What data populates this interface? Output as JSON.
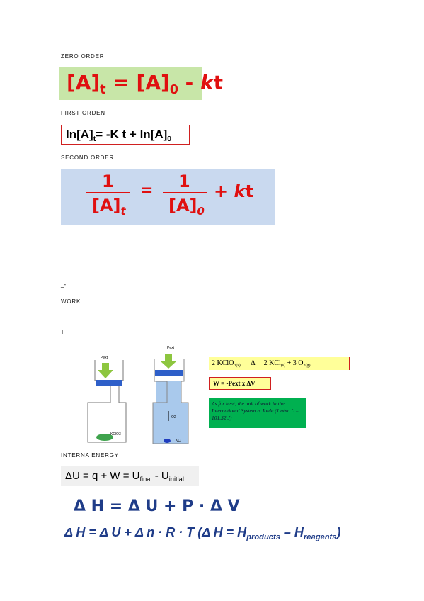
{
  "sections": {
    "zero_order": "ZERO ORDER",
    "first_order": "FIRST ORDEN",
    "second_order": "SECOND ORDER",
    "work": "WORK",
    "marker_i": "I",
    "internal_energy": "INTERNA ENERGY",
    "divider_prefix": "_-"
  },
  "eq_zero": {
    "a": "[A]",
    "t": "t",
    "eq": " = [A]",
    "zero": "0",
    "minus": " - ",
    "k": "k",
    "t2": "t"
  },
  "eq_first": {
    "ln": "ln[A]",
    "t": "t",
    "rest": "= -K t + ln[A]",
    "zero": "0"
  },
  "eq_second": {
    "one": "1",
    "lhs": "[A]",
    "t": "t",
    "eq": "=",
    "one2": "1",
    "rhs": "[A]",
    "zero": "0",
    "plus": "+ ",
    "k": "k",
    "t2": "t"
  },
  "work_diagram": {
    "pext_left": "Pext",
    "pext_right": "Pext",
    "kclo3": "KClO3",
    "o2": "O2",
    "kcl": "KCl"
  },
  "reaction": {
    "lhs": "2 KClO",
    "lhs_sub": "3(s)",
    "delta": "Δ",
    "mid": "2 KCl",
    "mid_sub": "(s)",
    "plus": " + 3 O",
    "o_sub": "2(g)"
  },
  "work_eq": "W = -Pext x ΔV",
  "note": "As for heat, the unit of work in the International System is Joule (1 atm. L = 101.32 J)",
  "internal_eq": {
    "lhs": "ΔU = q + W =  U",
    "final": "final",
    "minus": " - U",
    "initial": "initial"
  },
  "enthalpy_eq": "Δ H = Δ U + P · Δ V",
  "enthalpy_eq2": {
    "main": "Δ H = Δ U + Δ n · R · T  (Δ H = H",
    "prod": "products",
    "minus": " – H",
    "reag": "reagents",
    "close": ")"
  },
  "colors": {
    "red": "#e01010",
    "green_box": "#c8e6a8",
    "blue_box": "#c9d9ef",
    "yellow_box": "#ffff99",
    "navy": "#1f3c88",
    "note_green": "#00b050"
  }
}
